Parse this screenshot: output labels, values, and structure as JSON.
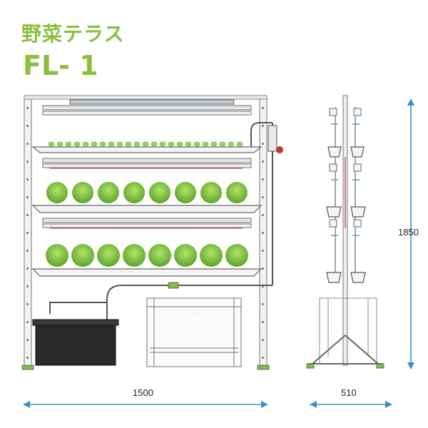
{
  "header": {
    "product_name_jp": "野菜テラス",
    "model": "FL- 1"
  },
  "dimensions": {
    "width": "1500",
    "depth": "510",
    "height": "1850"
  },
  "colors": {
    "title_green": "#8cbf3f",
    "dimension_arrow": "#3a8fc9",
    "lettuce": "#7ec83a",
    "frame": "#9a9a9a",
    "tank": "#2a2a2a"
  }
}
